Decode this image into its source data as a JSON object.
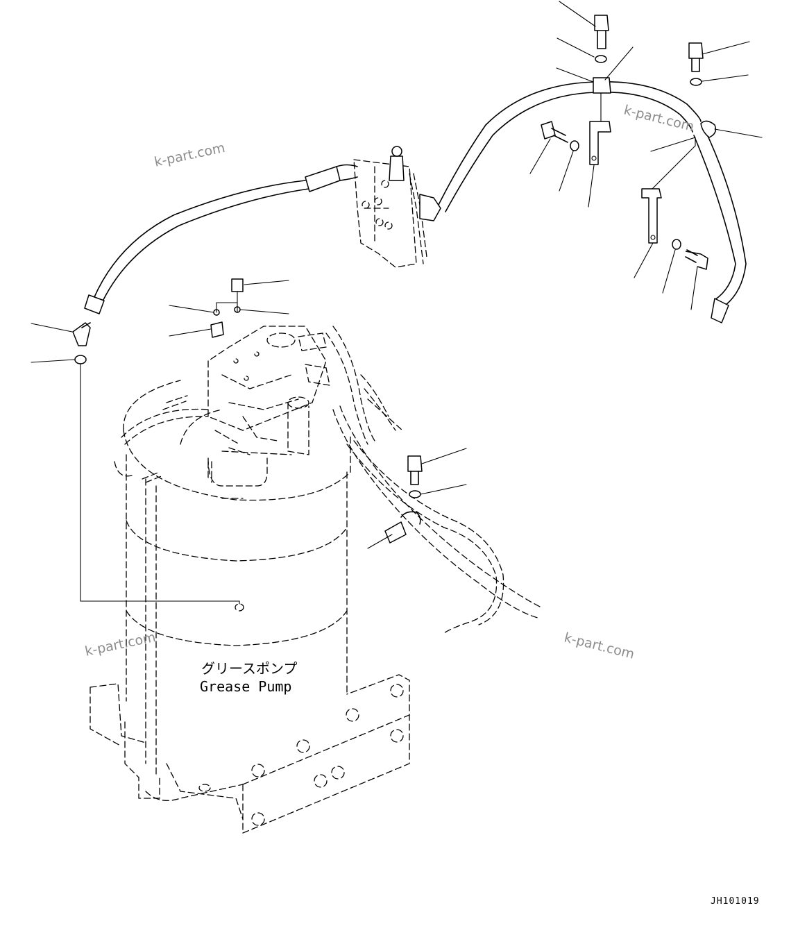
{
  "label": {
    "jp": "グリースポンプ",
    "en": "Grease Pump"
  },
  "watermark": "k-part.com",
  "drawing_code": "JH101019"
}
